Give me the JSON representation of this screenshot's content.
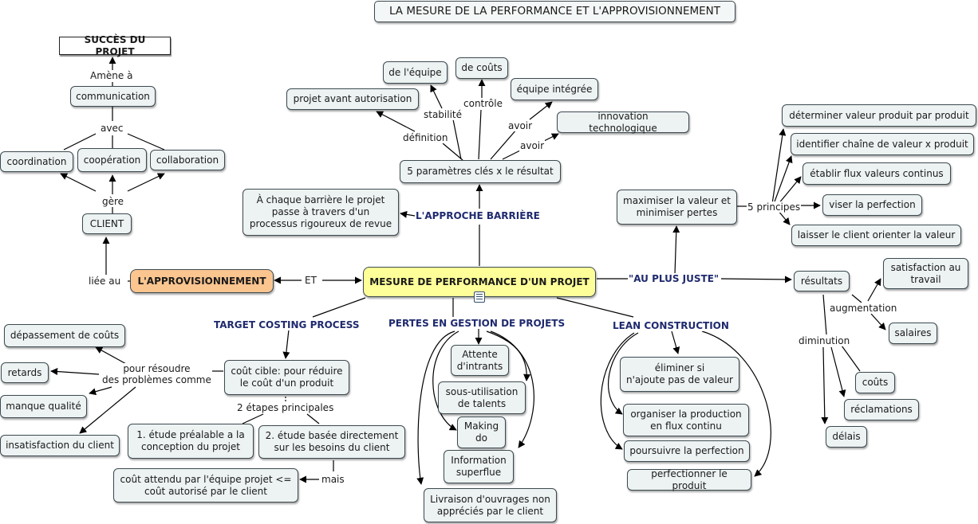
{
  "title": "LA MESURE DE LA PERFORMANCE ET L'APPROVISIONNEMENT",
  "center": "MESURE DE PERFORMANCE D'UN PROJET",
  "approv": "L'APPROVISIONNEMENT",
  "left": {
    "succes": "SUCCÈS DU PROJET",
    "amene": "Amène à",
    "communication": "communication",
    "avec": "avec",
    "coordination": "coordination",
    "cooperation": "coopération",
    "collaboration": "collaboration",
    "gere": "gère",
    "client": "CLIENT",
    "liee": "liée au",
    "et": "ET"
  },
  "barriere": {
    "label": "L'APPROCHE BARRIÈRE",
    "revue": [
      "À chaque barrière le projet",
      "passe à travers d'un",
      "processus rigoureux de revue"
    ],
    "parametres": "5 paramètres clés x le résultat",
    "definition": "définition",
    "stabilite": "stabilité",
    "controle": "contrôle",
    "avoir1": "avoir",
    "avoir2": "avoir",
    "projet_avant": "projet avant autorisation",
    "equipe": "de l'équipe",
    "couts": "de coûts",
    "integree": "équipe intégrée",
    "innovation": "innovation technologique"
  },
  "juste": {
    "label": "\"AU PLUS JUSTE\"",
    "maximiser": [
      "maximiser la valeur et",
      "minimiser pertes"
    ],
    "principes": "5 principes",
    "p1": "déterminer valeur produit par produit",
    "p2": "identifier chaîne de valeur x produit",
    "p3": "établir flux valeurs continus",
    "p4": "viser la perfection",
    "p5": "laisser le client orienter la valeur",
    "resultats": "résultats",
    "augmentation": "augmentation",
    "diminution": "diminution",
    "satisfaction": [
      "satisfaction au",
      "travail"
    ],
    "salaires": "salaires",
    "couts": "coûts",
    "reclamations": "réclamations",
    "delais": "délais"
  },
  "target": {
    "label": "TARGET COSTING PROCESS",
    "cout_cible": [
      "coût cible: pour réduire",
      "le coût d'un produit"
    ],
    "pour_resoudre": [
      "pour résoudre",
      "des problèmes comme"
    ],
    "depassement": "dépassement de coûts",
    "retards": "retards",
    "manque": "manque qualité",
    "insatisfaction": "insatisfaction du client",
    "etapes": "2 étapes principales",
    "etude1": [
      "1. étude préalable a la",
      "conception du projet"
    ],
    "etude2": [
      "2. étude basée directement",
      "sur les besoins du client"
    ],
    "mais": "mais",
    "attendu": [
      "coût attendu par l'équipe projet <=",
      "coût autorisé par le client"
    ]
  },
  "pertes": {
    "label": "PERTES EN GESTION DE PROJETS",
    "attente": [
      "Attente",
      "d'intrants"
    ],
    "sous": [
      "sous-utilisation",
      "de talents"
    ],
    "making": [
      "Making",
      "do"
    ],
    "information": [
      "Information",
      "superflue"
    ],
    "livraison": [
      "Livraison d'ouvrages non",
      "appréciés par le client"
    ]
  },
  "lean": {
    "label": "LEAN CONSTRUCTION",
    "eliminer": [
      "éliminer si",
      "n'ajoute pas de valeur"
    ],
    "organiser": [
      "organiser la production",
      "en flux continu"
    ],
    "poursuivre": "poursuivre la perfection",
    "perfectionner": "perfectionner le produit"
  }
}
